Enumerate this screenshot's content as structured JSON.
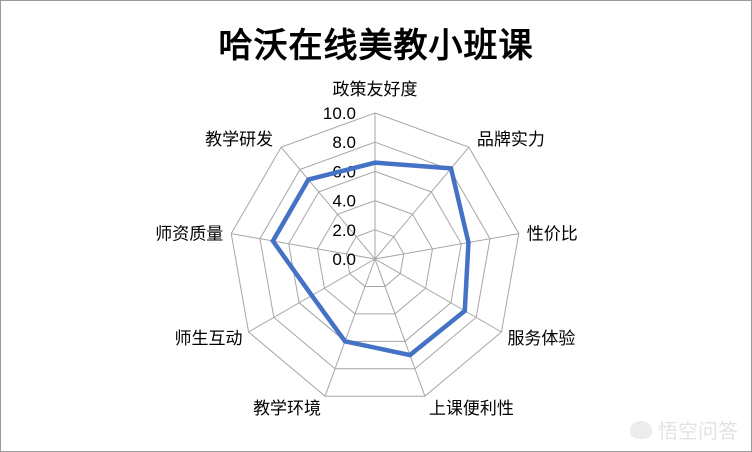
{
  "chart_data": {
    "type": "radar",
    "title": "哈沃在线美教小班课",
    "categories": [
      "政策友好度",
      "品牌实力",
      "性价比",
      "服务体验",
      "上课便利性",
      "教学环境",
      "师生互动",
      "师资质量",
      "教学研发"
    ],
    "series": [
      {
        "name": "哈沃在线美教小班课",
        "values": [
          6.6,
          8.1,
          6.5,
          7.1,
          7.0,
          6.0,
          5.0,
          7.1,
          7.1
        ],
        "color": "#4472C4"
      }
    ],
    "rlim": [
      0,
      10
    ],
    "ticks": [
      "0.0",
      "2.0",
      "4.0",
      "6.0",
      "8.0",
      "10.0"
    ],
    "grid": true,
    "legend": null
  },
  "watermark": {
    "text": "悟空问答"
  },
  "colors": {
    "series": "#4472C4",
    "grid": "#a6a6a6",
    "border": "#9a9a9a"
  }
}
